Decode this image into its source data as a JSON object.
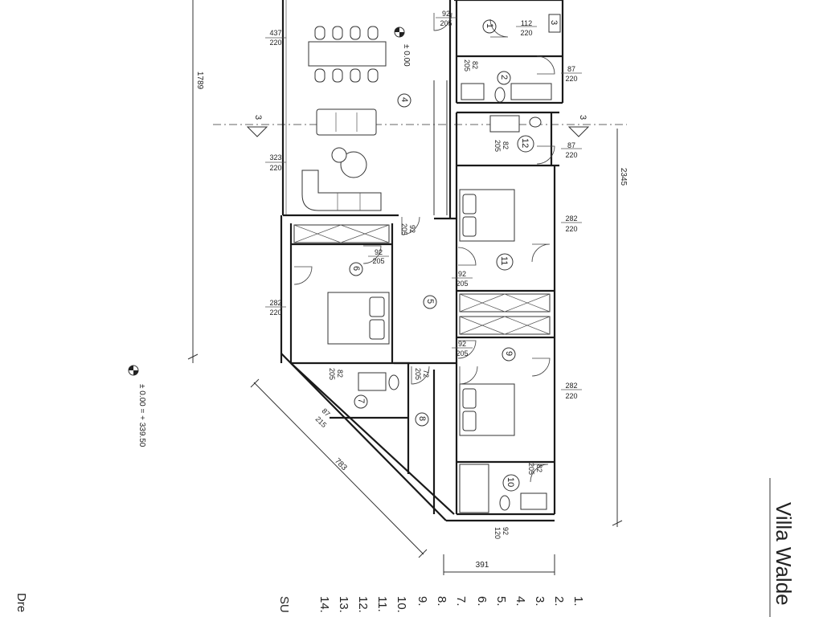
{
  "title": "Villa Walde",
  "level_marker": "± 0.00",
  "level_note": "± 0.00 = + 339.50",
  "section_mark": "3",
  "legend_heading": "Dre",
  "legend_sum": "SU",
  "legend_numbers": [
    "1.",
    "2.",
    "3.",
    "4.",
    "5.",
    "6.",
    "7.",
    "8.",
    "9.",
    "10.",
    "11.",
    "12.",
    "13.",
    "14."
  ],
  "dimensions": {
    "overall_width_main": "1789",
    "overall_width_right": "2345",
    "diagonal": "783",
    "bottom_width": "391",
    "window_living_top": "437",
    "window_living_top_h": "220",
    "window_living_mid": "323",
    "window_living_mid_h": "220",
    "window_room6": "282",
    "window_room6_h": "220",
    "window_room11": "282",
    "window_room11_h": "220",
    "window_room9": "282",
    "window_room9_h": "220",
    "window_room2": "87",
    "window_room2_h": "220",
    "window_room12": "87",
    "window_room12_h": "220",
    "window_room1": "112",
    "window_room1_h": "220",
    "window_room7": "87",
    "window_room7_h": "215",
    "door_w": "92",
    "door_h": "205",
    "door_small_w": "82",
    "door_small_h": "205",
    "door_72": "72",
    "door_room10_w": "92",
    "door_room10_h": "120"
  },
  "rooms": [
    "1",
    "2",
    "3",
    "4",
    "5",
    "6",
    "7",
    "8",
    "9",
    "10",
    "11",
    "12"
  ]
}
